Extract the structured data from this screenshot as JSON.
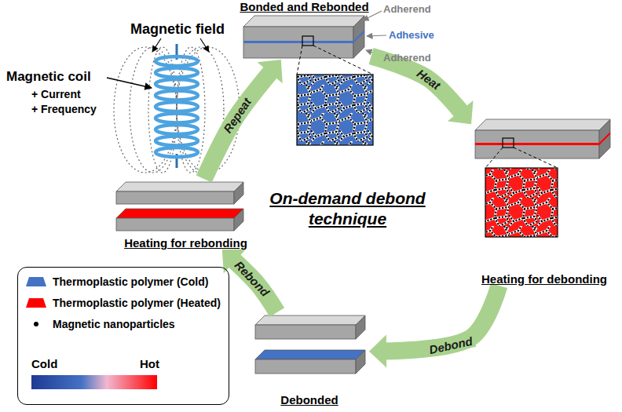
{
  "diagram": {
    "title": "On-demand debond technique",
    "nodes": [
      {
        "text": [
          "Bonded and Rebonded"
        ]
      },
      {
        "text": [
          "Heating for debonding"
        ]
      },
      {
        "text": [
          "Debonded"
        ]
      },
      {
        "text": [
          "Heating for rebonding"
        ]
      }
    ],
    "edges": [
      {
        "from": 0,
        "to": 1,
        "label": "Heat",
        "arrow": "to"
      },
      {
        "from": 1,
        "to": 2,
        "label": "Debond",
        "arrow": "to"
      },
      {
        "from": 2,
        "to": 3,
        "label": "Rebond",
        "arrow": "to"
      },
      {
        "from": 3,
        "to": 0,
        "label": "Repeat",
        "arrow": "to"
      }
    ],
    "labels": [
      "Adherend",
      "Adhesive",
      "Adherend",
      "Magnetic field",
      "Magnetic coil",
      "+ Current",
      "+ Frequency",
      "Cold",
      "Hot"
    ],
    "legend": [
      {
        "text": "Thermoplastic polymer (Cold)",
        "color": "#4472c4"
      },
      {
        "text": "Thermoplastic polymer (Heated)",
        "color": "#ff0000"
      },
      {
        "text": "Magnetic nanoparticles"
      }
    ]
  }
}
